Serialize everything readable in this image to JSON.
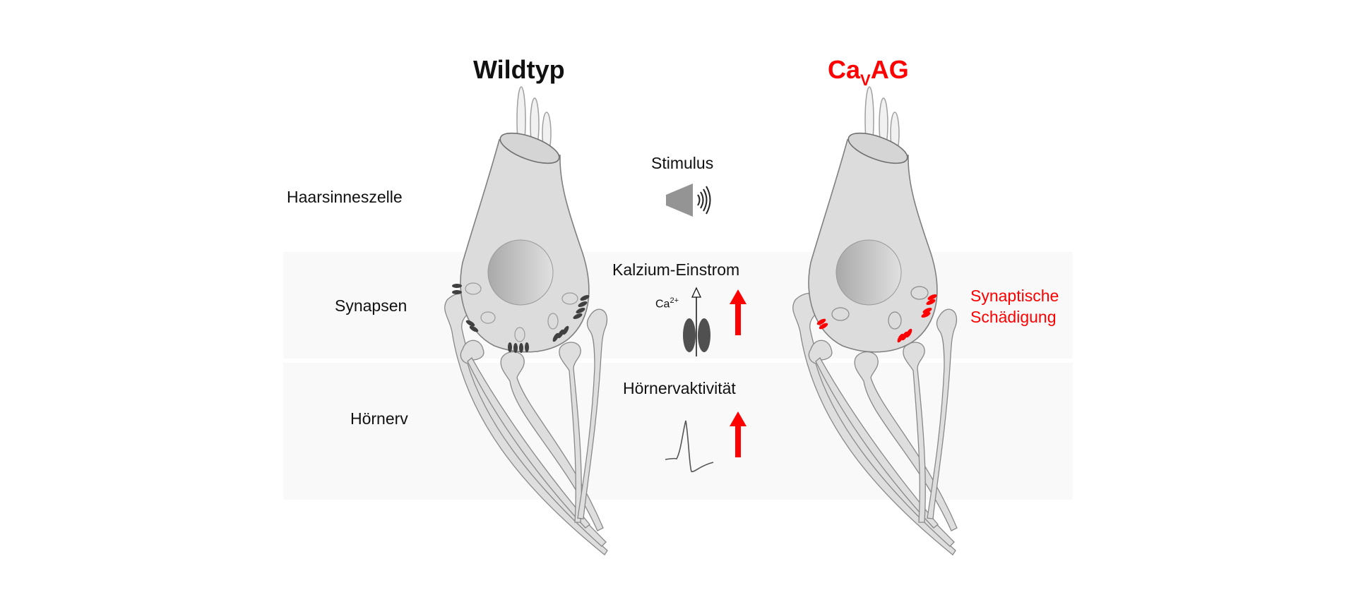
{
  "titles": {
    "wildtype": "Wildtyp",
    "mutant_main": "Ca",
    "mutant_sub": "V",
    "mutant_suffix": "AG"
  },
  "rows": {
    "hair_cell": "Haarsinneszelle",
    "synapses": "Synapsen",
    "auditory_nerve": "Hörnerv"
  },
  "middle": {
    "stimulus": "Stimulus",
    "stimulus_icon": "speaker-icon",
    "calcium_influx": "Kalzium-Einstrom",
    "calcium_ion": "Ca",
    "calcium_charge": "2+",
    "channel_icon": "calcium-channel-icon",
    "nerve_activity": "Hörnervaktivität",
    "spike_icon": "action-potential-icon",
    "calcium_change": "increase",
    "nerve_change": "increase"
  },
  "annotation": {
    "line1": "Synaptische",
    "line2": "Schädigung"
  },
  "colors": {
    "accent_red": "#ff0000",
    "cell_fill": "#dcdcdc",
    "ribbon_dark": "#404040",
    "band": "#f9f9f9"
  }
}
